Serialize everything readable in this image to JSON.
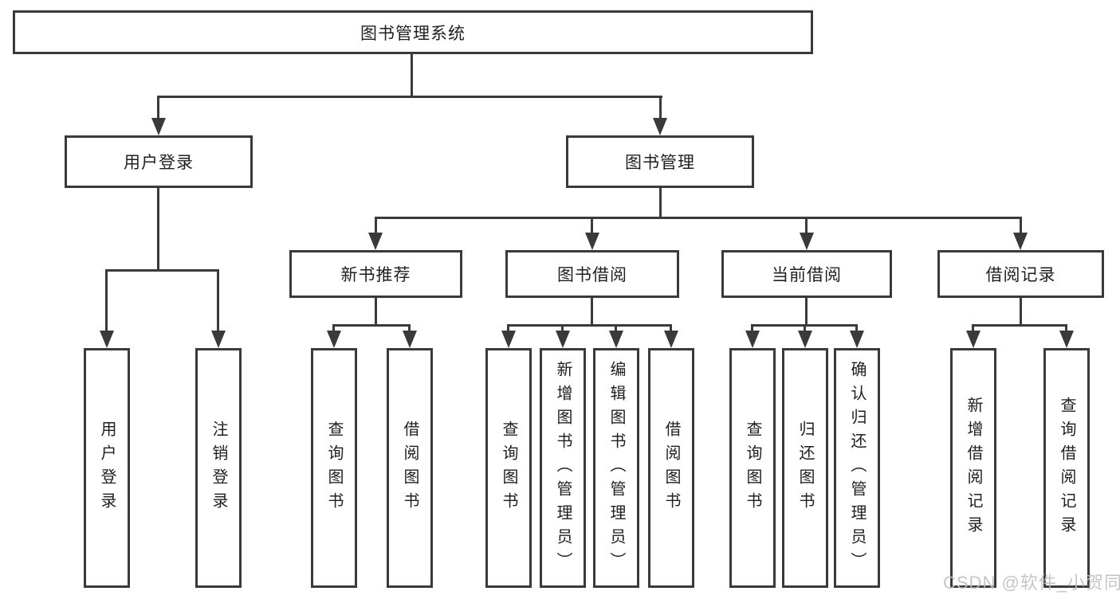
{
  "diagram_type": "hierarchy-tree",
  "tree": {
    "root": {
      "label": "图书管理系统",
      "children": [
        {
          "label": "用户登录",
          "children": [
            {
              "label": "用户登录"
            },
            {
              "label": "注销登录"
            }
          ]
        },
        {
          "label": "图书管理",
          "children": [
            {
              "label": "新书推荐",
              "children": [
                {
                  "label": "查询图书"
                },
                {
                  "label": "借阅图书"
                }
              ]
            },
            {
              "label": "图书借阅",
              "children": [
                {
                  "label": "查询图书"
                },
                {
                  "label": "新增图书（管理员）"
                },
                {
                  "label": "编辑图书（管理员）"
                },
                {
                  "label": "借阅图书"
                }
              ]
            },
            {
              "label": "当前借阅",
              "children": [
                {
                  "label": "查询图书"
                },
                {
                  "label": "归还图书"
                },
                {
                  "label": "确认归还（管理员）"
                }
              ]
            },
            {
              "label": "借阅记录",
              "children": [
                {
                  "label": "新增借阅记录"
                },
                {
                  "label": "查询借阅记录"
                }
              ]
            }
          ]
        }
      ]
    }
  },
  "watermark": {
    "text": "CSDN @软件_小贺同学"
  },
  "colors": {
    "line": "#3a3a3a",
    "text": "#1f1f1f",
    "watermark": "#bfbfbf",
    "background": "#ffffff"
  }
}
